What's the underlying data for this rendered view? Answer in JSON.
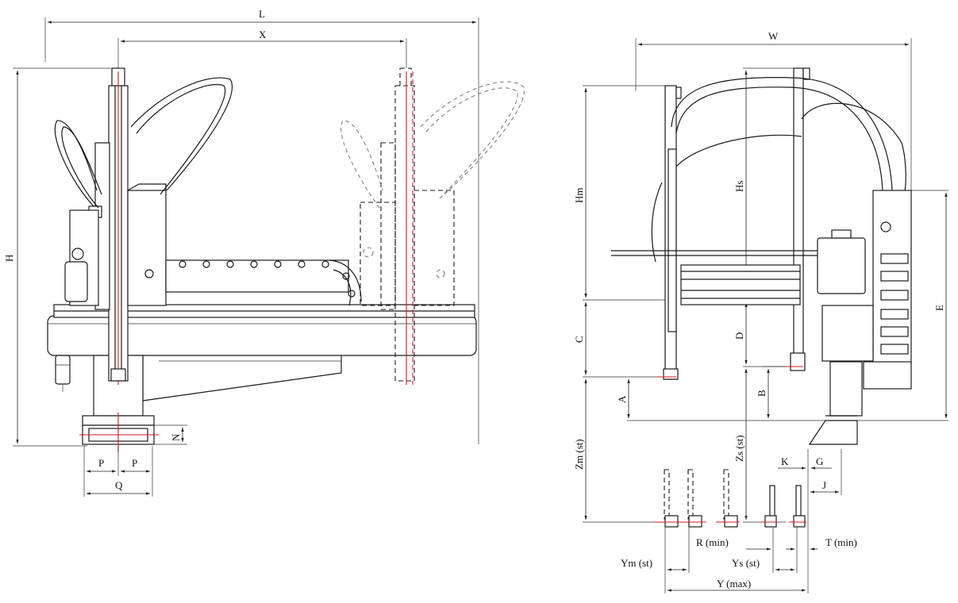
{
  "front_view": {
    "dim_L": "L",
    "dim_X": "X",
    "dim_H": "H",
    "dim_N": "N",
    "dim_P_left": "P",
    "dim_P_right": "P",
    "dim_Q": "Q"
  },
  "side_view": {
    "dim_W": "W",
    "dim_Hm": "Hm",
    "dim_Hs": "Hs",
    "dim_C": "C",
    "dim_D": "D",
    "dim_E": "E",
    "dim_A": "A",
    "dim_B": "B",
    "dim_Zm": "Zm (st)",
    "dim_Zs": "Zs (st)",
    "dim_K": "K",
    "dim_G": "G",
    "dim_J": "J",
    "dim_R": "R (min)",
    "dim_T": "T (min)",
    "dim_Ym": "Ym (st)",
    "dim_Ys": "Ys (st)",
    "dim_Y": "Y (max)"
  },
  "colors": {
    "line": "#1a1a1a",
    "centerline": "#d21a1a"
  }
}
